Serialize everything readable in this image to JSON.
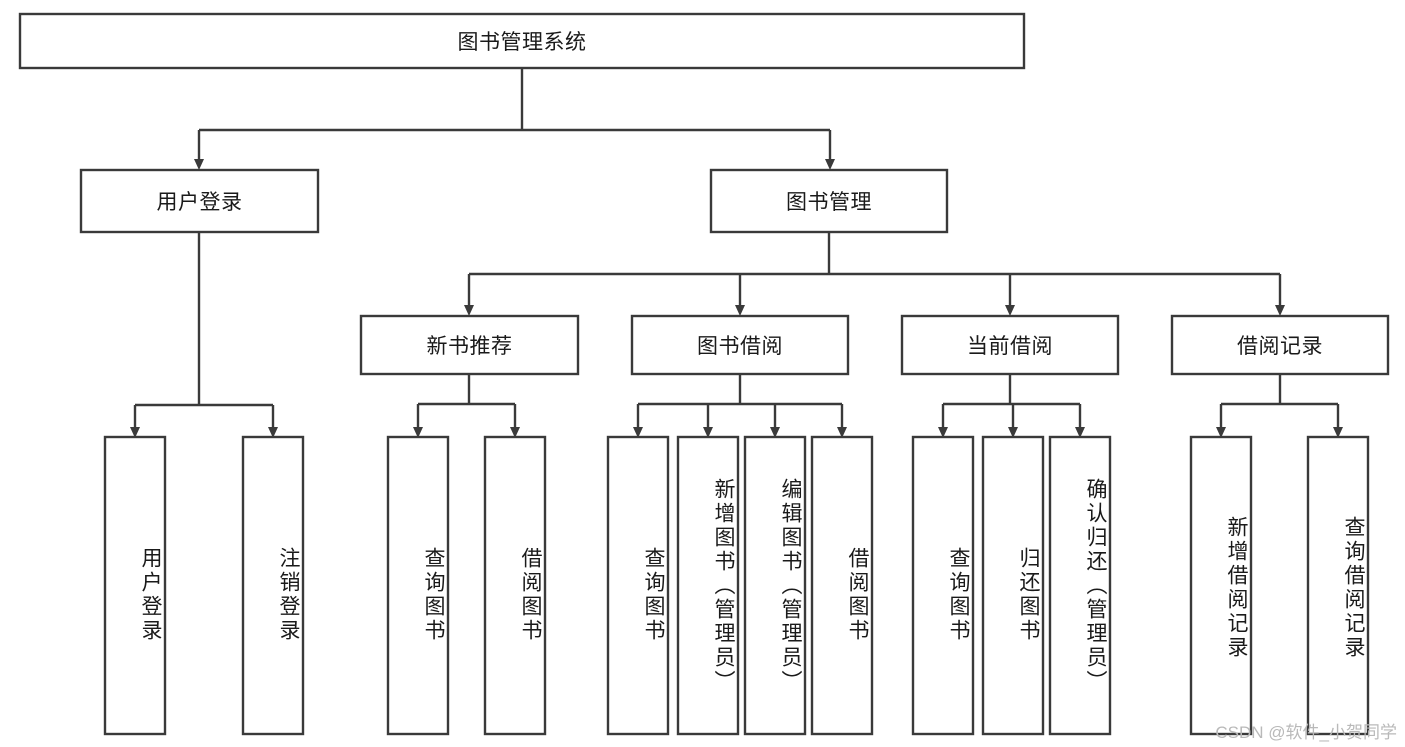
{
  "diagram": {
    "title": "图书管理系统",
    "type": "tree-hierarchy",
    "orientation": "top-down",
    "style": {
      "box_fill": "#ffffff",
      "box_stroke": "#3a3a3a",
      "connector_color": "#3a3a3a",
      "text_color": "#1a1a1a",
      "background": "#ffffff",
      "watermark_color": "#b9b9b9"
    },
    "root": {
      "label": "图书管理系统"
    },
    "level2": [
      {
        "label": "用户登录"
      },
      {
        "label": "图书管理"
      }
    ],
    "level3": [
      {
        "label": "新书推荐"
      },
      {
        "label": "图书借阅"
      },
      {
        "label": "当前借阅"
      },
      {
        "label": "借阅记录"
      }
    ],
    "leaves_user_login": [
      {
        "label": "用户登录"
      },
      {
        "label": "注销登录"
      }
    ],
    "leaves_new_book": [
      {
        "label": "查询图书"
      },
      {
        "label": "借阅图书"
      }
    ],
    "leaves_borrow": [
      {
        "label": "查询图书"
      },
      {
        "label": "新增图书（管理员）"
      },
      {
        "label": "编辑图书（管理员）"
      },
      {
        "label": "借阅图书"
      }
    ],
    "leaves_current": [
      {
        "label": "查询图书"
      },
      {
        "label": "归还图书"
      },
      {
        "label": "确认归还（管理员）"
      }
    ],
    "leaves_record": [
      {
        "label": "新增借阅记录"
      },
      {
        "label": "查询借阅记录"
      }
    ]
  },
  "watermark": {
    "text": "CSDN @软件_小贺同学"
  }
}
